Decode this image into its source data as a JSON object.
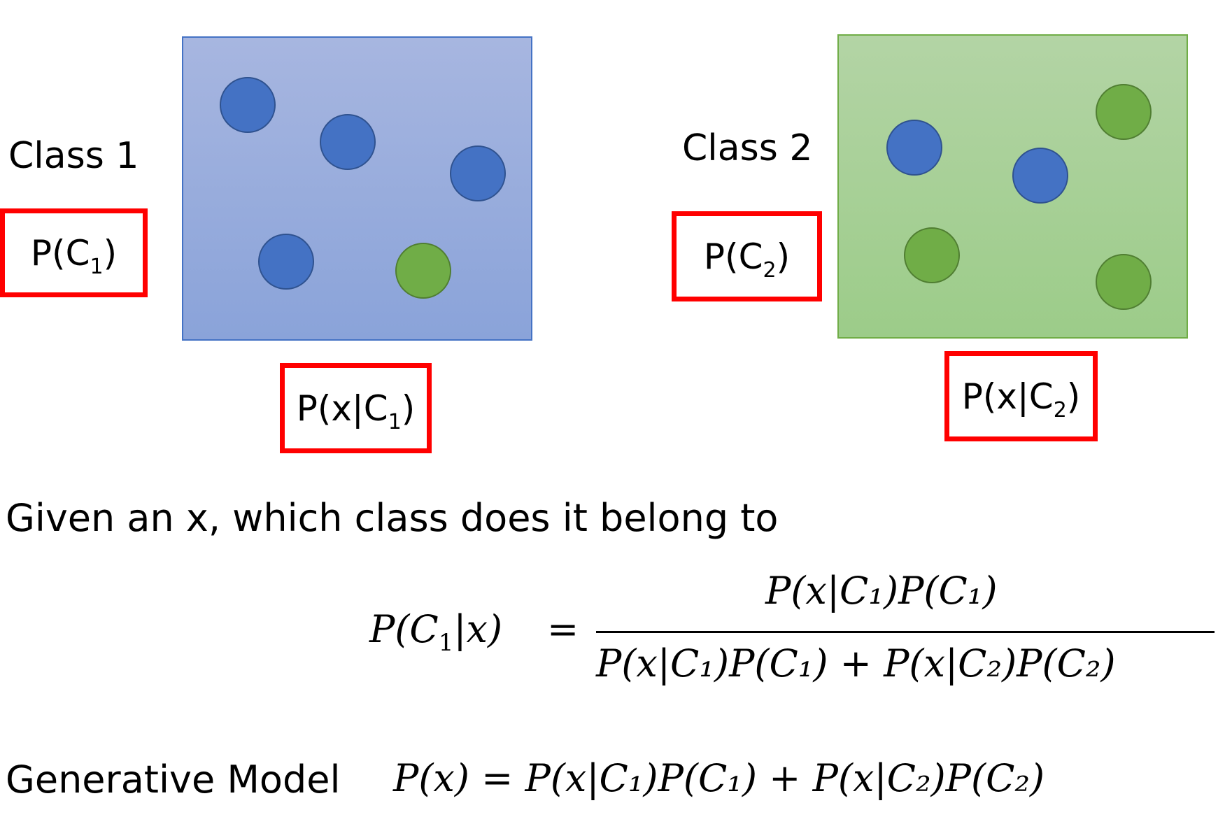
{
  "class1": {
    "label": "Class 1",
    "prior": "P(C",
    "prior_sub": "1",
    "likelihood": "P(x|C",
    "likelihood_sub": "1"
  },
  "class2": {
    "label": "Class 2",
    "prior": "P(C",
    "prior_sub": "2",
    "likelihood": "P(x|C",
    "likelihood_sub": "2"
  },
  "question": "Given an x, which class does it belong to",
  "posterior": {
    "lhs": "P(C",
    "lhs_sub": "1",
    "lhs_tail": "|x)",
    "equals": "=",
    "numerator": "P(x|C₁)P(C₁)",
    "denominator": "P(x|C₁)P(C₁) + P(x|C₂)P(C₂)"
  },
  "generative": {
    "label": "Generative Model",
    "formula": "P(x) = P(x|C₁)P(C₁) + P(x|C₂)P(C₂)"
  },
  "colors": {
    "highlight_box": "#ff0000",
    "class1_panel": "#8faadc",
    "class2_panel": "#a9d18e",
    "blue_dot": "#4472c4",
    "green_dot": "#70ad47"
  },
  "points": {
    "class1": [
      "blue",
      "blue",
      "blue",
      "blue",
      "green"
    ],
    "class2": [
      "green",
      "blue",
      "blue",
      "green",
      "green"
    ]
  }
}
